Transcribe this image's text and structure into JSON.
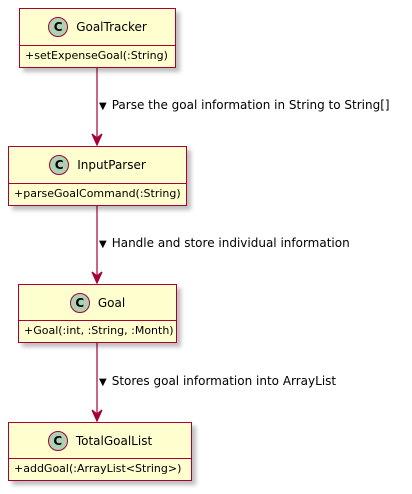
{
  "colors": {
    "class_fill": "#fefece",
    "border": "#a80036",
    "badge_fill": "#add1b2"
  },
  "classes": [
    {
      "badge": "C",
      "name": "GoalTracker",
      "method": "+setExpenseGoal(:String)"
    },
    {
      "badge": "C",
      "name": "InputParser",
      "method": "+parseGoalCommand(:String)"
    },
    {
      "badge": "C",
      "name": "Goal",
      "method": "+Goal(:int, :String, :Month)"
    },
    {
      "badge": "C",
      "name": "TotalGoalList",
      "method": "+addGoal(:ArrayList<String>)"
    }
  ],
  "edges": [
    {
      "direction_glyph": "▼",
      "label": "Parse the goal information in String to String[]"
    },
    {
      "direction_glyph": "▼",
      "label": "Handle and store individual information"
    },
    {
      "direction_glyph": "▼",
      "label": "Stores goal information into ArrayList"
    }
  ]
}
